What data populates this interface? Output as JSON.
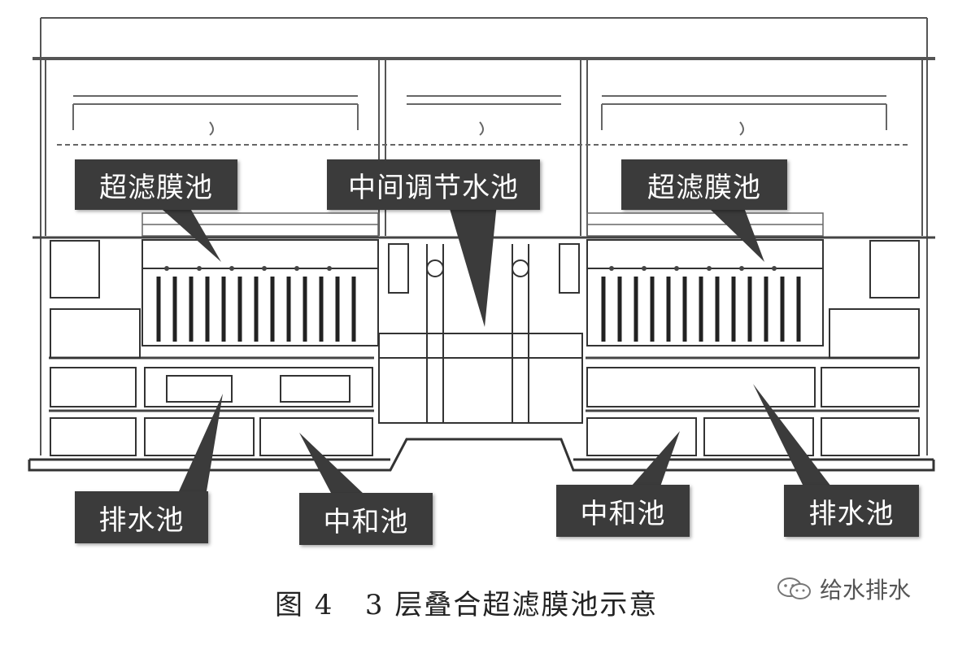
{
  "labels": {
    "uf_left": "超滤膜池",
    "middle": "中间调节水池",
    "uf_right": "超滤膜池",
    "drain_left": "排水池",
    "neutral_left": "中和池",
    "neutral_right": "中和池",
    "drain_right": "排水池"
  },
  "caption": {
    "fig_no": "图 4",
    "title": "3 层叠合超滤膜池示意"
  },
  "watermark": {
    "text": "给水排水",
    "icon": "wechat-icon"
  },
  "colors": {
    "callout_bg": "#3b3b3b",
    "callout_text": "#ffffff",
    "line": "#555555"
  }
}
